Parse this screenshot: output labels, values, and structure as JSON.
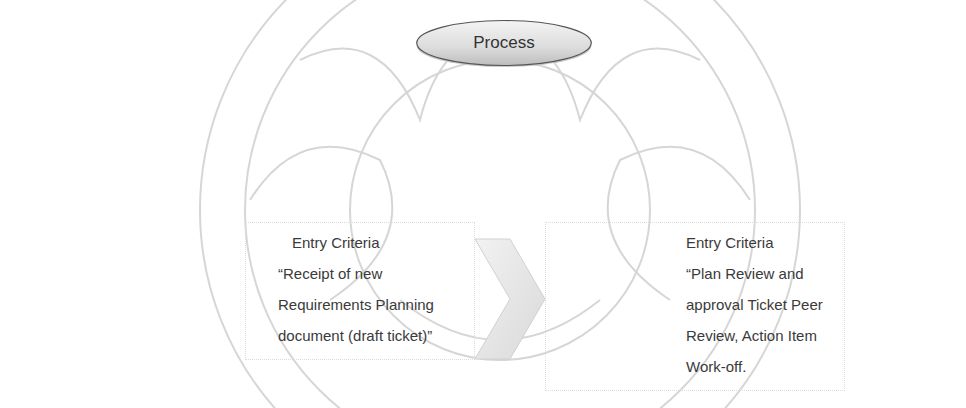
{
  "diagram": {
    "nodes": [
      {
        "text": [
          "Process"
        ]
      },
      {
        "text": [
          "Entry Criteria",
          "“Receipt of new Requirements Planning document (draft ticket)”"
        ]
      },
      {
        "text": [
          "Entry Criteria",
          "“Plan Review and approval Ticket Peer Review, Action Item Work-off."
        ]
      }
    ],
    "edges": [
      {
        "from": 1,
        "to": 2,
        "arrow": "to"
      }
    ]
  }
}
